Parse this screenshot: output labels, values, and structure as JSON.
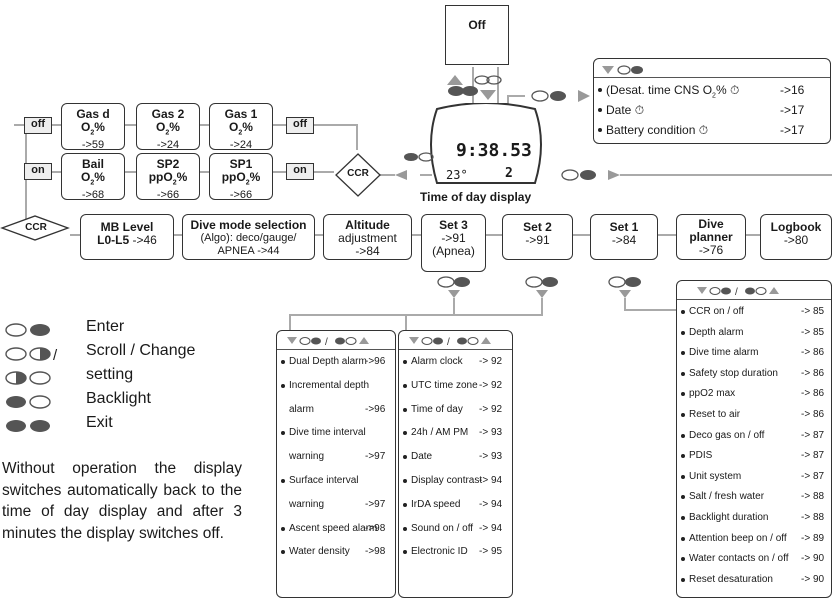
{
  "top": {
    "off": "Off",
    "desat": "(Desat. time CNS",
    "desat_o2": "O",
    "desat_pct": "%",
    "desat_ref": "->16",
    "date": "Date",
    "date_ref": "->17",
    "battery": "Battery condition",
    "battery_ref": "->17"
  },
  "watch": {
    "time": "9:38.53",
    "temp": "23°",
    "depth": "2",
    "caption": "Time of day display"
  },
  "gas_row": {
    "off_left": "off",
    "off_right": "off",
    "gases": [
      {
        "name": "Gas d",
        "o2": "O",
        "unit": "%",
        "ref": "->59"
      },
      {
        "name": "Gas 2",
        "o2": "O",
        "unit": "%",
        "ref": "->24"
      },
      {
        "name": "Gas 1",
        "o2": "O",
        "unit": "%",
        "ref": "->24"
      }
    ]
  },
  "ccr_row": {
    "on_left": "on",
    "on_right": "on",
    "ccr_left": "CCR",
    "ccr_right": "CCR",
    "bail": {
      "name": "Bail",
      "o2": "O",
      "unit": "%",
      "ref": "->68"
    },
    "sp2": {
      "name": "SP2",
      "pp": "ppO",
      "unit": "%",
      "ref": "->66"
    },
    "sp1": {
      "name": "SP1",
      "pp": "ppO",
      "unit": "%",
      "ref": "->66"
    }
  },
  "main_row": {
    "mb": {
      "title": "MB Level",
      "sub": "L0-L5",
      "ref": "->46"
    },
    "divemode": {
      "title": "Dive mode selection",
      "l1": "(Algo): deco/gauge/",
      "l2": "APNEA ->44"
    },
    "altitude": {
      "title": "Altitude",
      "l1": "adjustment",
      "ref": "->84"
    },
    "set3": {
      "title": "Set 3",
      "ref": "->91",
      "l2": "(Apnea)"
    },
    "set2": {
      "title": "Set 2",
      "ref": "->91"
    },
    "set1": {
      "title": "Set 1",
      "ref": "->84"
    },
    "planner": {
      "title1": "Dive",
      "title2": "planner",
      "ref": "->76"
    },
    "logbook": {
      "title": "Logbook",
      "ref": "->80"
    }
  },
  "panel_set3": {
    "items": [
      {
        "label": "Dual Depth alarm",
        "ref": "->96"
      },
      {
        "label": "Incremental depth",
        "ref": ""
      },
      {
        "label": "alarm",
        "ref": "->96",
        "indent": true
      },
      {
        "label": "Dive time interval",
        "ref": ""
      },
      {
        "label": "warning",
        "ref": "->97",
        "indent": true
      },
      {
        "label": "Surface interval",
        "ref": ""
      },
      {
        "label": "warning",
        "ref": "->97",
        "indent": true
      },
      {
        "label": "Ascent speed alarm",
        "ref": "->98"
      },
      {
        "label": "Water density",
        "ref": "->98"
      }
    ]
  },
  "panel_set2": {
    "items": [
      {
        "label": "Alarm clock",
        "ref": "-> 92"
      },
      {
        "label": "UTC time zone",
        "ref": "-> 92"
      },
      {
        "label": "Time of day",
        "ref": "-> 92"
      },
      {
        "label": "24h / AM PM",
        "ref": "-> 93"
      },
      {
        "label": "Date",
        "ref": "-> 93"
      },
      {
        "label": "Display contrast",
        "ref": "-> 94"
      },
      {
        "label": "IrDA speed",
        "ref": "-> 94"
      },
      {
        "label": "Sound on / off",
        "ref": "-> 94"
      },
      {
        "label": "Electronic ID",
        "ref": "-> 95"
      }
    ]
  },
  "panel_set1": {
    "items": [
      {
        "label": "CCR on / off",
        "ref": "-> 85"
      },
      {
        "label": "Depth alarm",
        "ref": "-> 85"
      },
      {
        "label": "Dive time alarm",
        "ref": "-> 86"
      },
      {
        "label": "Safety stop duration",
        "ref": "-> 86"
      },
      {
        "label": "ppO2 max",
        "ref": "-> 86"
      },
      {
        "label": "Reset to air",
        "ref": "-> 86"
      },
      {
        "label": "Deco gas on / off",
        "ref": "-> 87"
      },
      {
        "label": "PDIS",
        "ref": "-> 87"
      },
      {
        "label": "Unit system",
        "ref": "-> 87"
      },
      {
        "label": "Salt / fresh water",
        "ref": "-> 88"
      },
      {
        "label": "Backlight duration",
        "ref": "-> 88"
      },
      {
        "label": "Attention beep on / off",
        "ref": "-> 89"
      },
      {
        "label": "Water contacts on / off",
        "ref": "-> 90"
      },
      {
        "label": "Reset desaturation",
        "ref": "-> 90"
      }
    ]
  },
  "legend": {
    "enter": "Enter",
    "scroll": "Scroll / Change",
    "setting": "setting",
    "backlight": "Backlight",
    "exit": "Exit"
  },
  "note": "Without operation the display switches automatically back to the time of day display and after 3 minutes the display switches off.",
  "colors": {
    "line": "#aaaaaa",
    "arrow": "#999999",
    "button_dark": "#555555",
    "box_border": "#333333"
  }
}
